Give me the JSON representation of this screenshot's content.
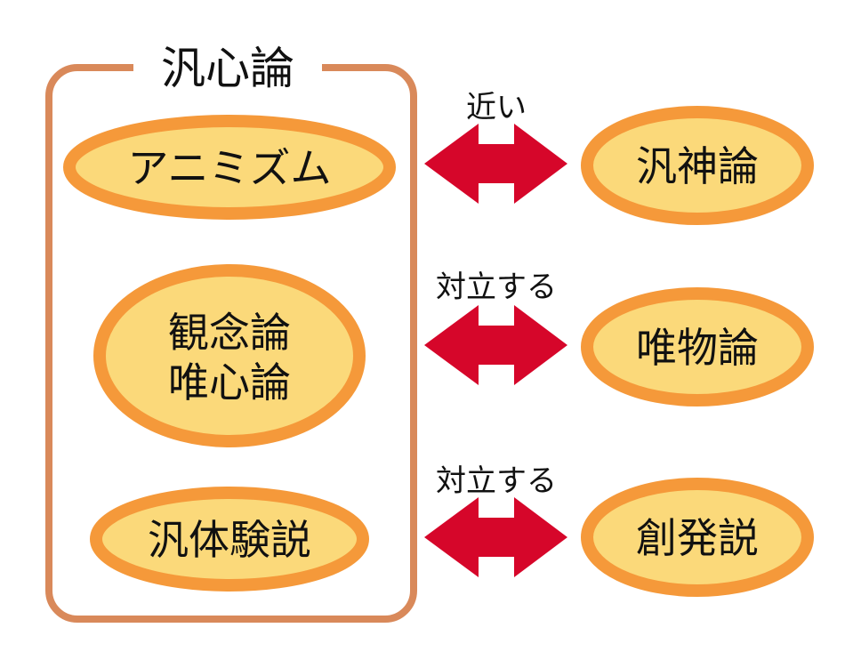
{
  "colors": {
    "group_border": "#D9895A",
    "ellipse_fill": "#FBD97A",
    "ellipse_stroke": "#F5993A",
    "arrow": "#D6062A"
  },
  "group": {
    "title": "汎心論",
    "members": [
      {
        "lines": [
          "アニミズム"
        ]
      },
      {
        "lines": [
          "観念論",
          "唯心論"
        ]
      },
      {
        "lines": [
          "汎体験説"
        ]
      }
    ]
  },
  "relations": [
    {
      "label": "近い",
      "target": "汎神論"
    },
    {
      "label": "対立する",
      "target": "唯物論"
    },
    {
      "label": "対立する",
      "target": "創発説"
    }
  ]
}
